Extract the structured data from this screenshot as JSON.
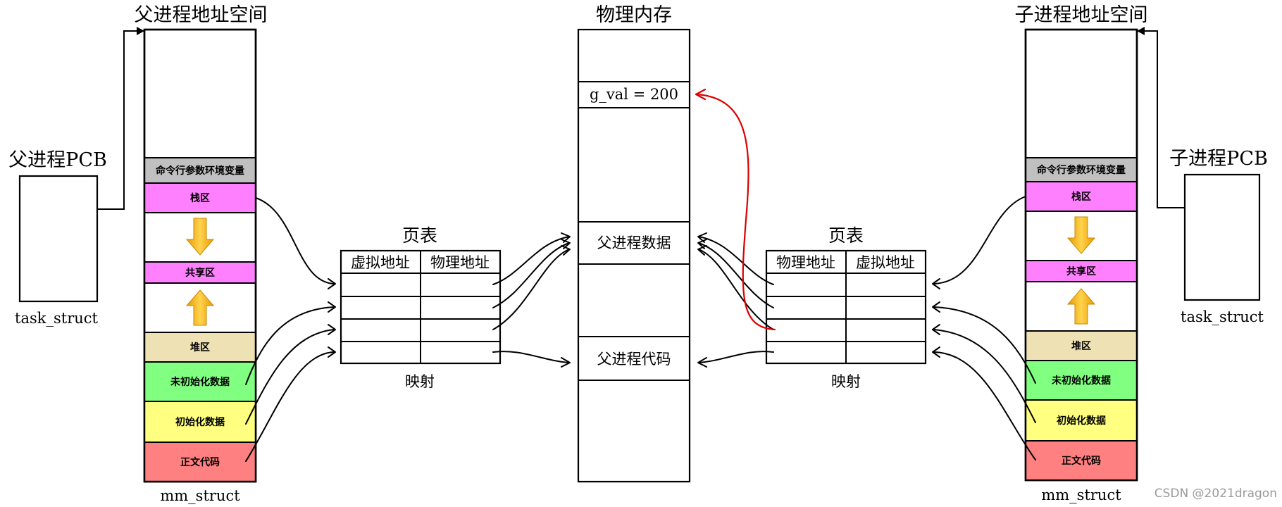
{
  "parent": {
    "title": "父进程地址空间",
    "pcb_label": "父进程PCB",
    "task_label": "task_struct",
    "mm_label": "mm_struct"
  },
  "child": {
    "title": "子进程地址空间",
    "pcb_label": "子进程PCB",
    "task_label": "task_struct",
    "mm_label": "mm_struct"
  },
  "segments": {
    "args": "命令行参数环境变量",
    "stack": "栈区",
    "shared": "共享区",
    "heap": "堆区",
    "bss": "未初始化数据",
    "data": "初始化数据",
    "text": "正文代码"
  },
  "physical": {
    "title": "物理内存",
    "gval": "g_val = 200",
    "parent_data": "父进程数据",
    "parent_code": "父进程代码"
  },
  "left_table": {
    "title": "页表",
    "col_virtual": "虚拟地址",
    "col_physical": "物理地址",
    "caption": "映射"
  },
  "right_table": {
    "title": "页表",
    "col_physical": "物理地址",
    "col_virtual": "虚拟地址",
    "caption": "映射"
  },
  "colors": {
    "args": "#c0c0c0",
    "stack": "#ff80ff",
    "shared": "#ff80ff",
    "heap": "#eee1b4",
    "bss": "#80ff80",
    "data": "#ffff80",
    "text": "#ff8080",
    "arrow_fill": "#ffc000",
    "red_arrow": "#dd0000"
  },
  "watermark": "CSDN @2021dragon"
}
